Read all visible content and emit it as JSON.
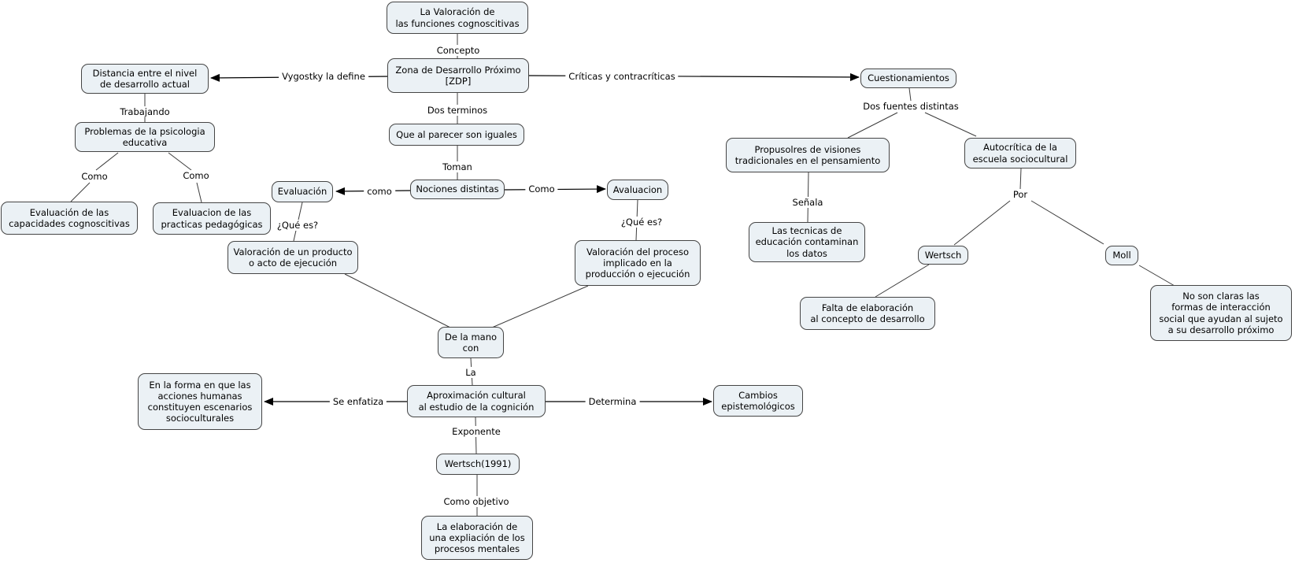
{
  "colors": {
    "background": "#ffffff",
    "node_fill": "#ebf1f5",
    "node_border": "#454545",
    "line": "#3c3c3c",
    "text": "#000000"
  },
  "nodes": {
    "title": "La Valoración de\nlas funciones cognoscitivas",
    "zdp": "Zona de Desarrollo Próximo\n[ZDP]",
    "distancia": "Distancia entre el nivel\nde desarrollo actual",
    "problemas": "Problemas de la psicologia\neducativa",
    "eval_capacidades": "Evaluación de las\ncapacidades cognoscitivas",
    "eval_practicas": "Evaluacion de las\npracticas pedagógicas",
    "que_al_parecer": "Que al parecer son iguales",
    "nociones": "Nociones distintas",
    "evaluacion": "Evaluación",
    "avaluacion": "Avaluacion",
    "producto": "Valoración de un producto\no acto de ejecución",
    "proceso": "Valoración del proceso\nimplicado en la\nproducción o ejecución",
    "de_la_mano": "De la mano\ncon",
    "en_la_forma": "En la forma en que las\nacciones humanas\nconstituyen escenarios\nsocioculturales",
    "aproximacion": "Aproximación cultural\nal estudio de la cognición",
    "cambios": "Cambios\nepistemológicos",
    "wertsch_1991": "Wertsch(1991)",
    "elaboracion": "La elaboración de\nuna expliación de los\nprocesos mentales",
    "cuestionamientos": "Cuestionamientos",
    "propusolres": "Propusolres de visiones\ntradicionales en el pensamiento",
    "autocritica": "Autocrítica de la\nescuela sociocultural",
    "tecnicas": "Las tecnicas de\neducación contaminan\nlos datos",
    "wertsch": "Wertsch",
    "moll": "Moll",
    "falta": "Falta de elaboración\nal concepto de desarrollo",
    "no_son_claras": "No son claras las\nformas de interacción\nsocial que ayudan al sujeto\na su desarrollo próximo"
  },
  "links": {
    "concepto": "Concepto",
    "vygostky": "Vygostky la define",
    "criticas": "Críticas y contracríticas",
    "dos_terminos": "Dos terminos",
    "trabajando": "Trabajando",
    "como_izq": "Como",
    "como_der": "Como",
    "toman": "Toman",
    "como_eval": "como",
    "como_aval": "Como",
    "que_es_izq": "¿Qué es?",
    "que_es_der": "¿Qué es?",
    "dos_fuentes": "Dos fuentes distintas",
    "senala": "Señala",
    "por": "Por",
    "la": "La",
    "se_enfatiza": "Se enfatiza",
    "determina": "Determina",
    "exponente": "Exponente",
    "como_objetivo": "Como objetivo"
  }
}
